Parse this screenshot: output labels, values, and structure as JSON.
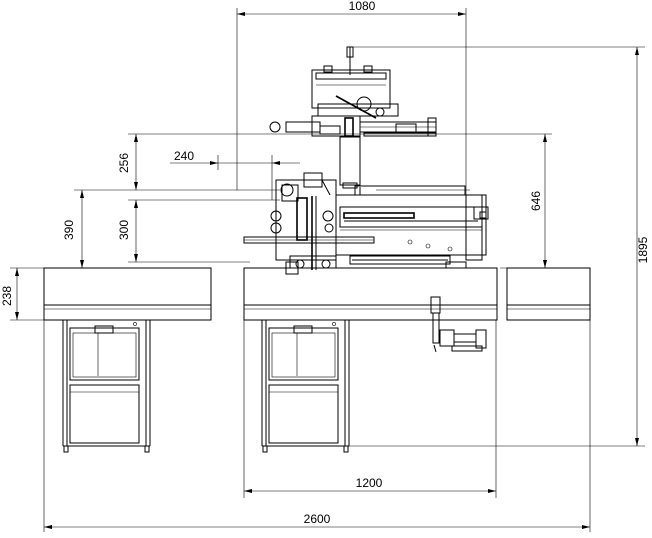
{
  "dimensions": {
    "top_width": "1080",
    "offset": "240",
    "height_256": "256",
    "height_390": "390",
    "height_300": "300",
    "height_238": "238",
    "height_646": "646",
    "height_1895": "1895",
    "table_width": "1200",
    "overall_width": "2600"
  }
}
